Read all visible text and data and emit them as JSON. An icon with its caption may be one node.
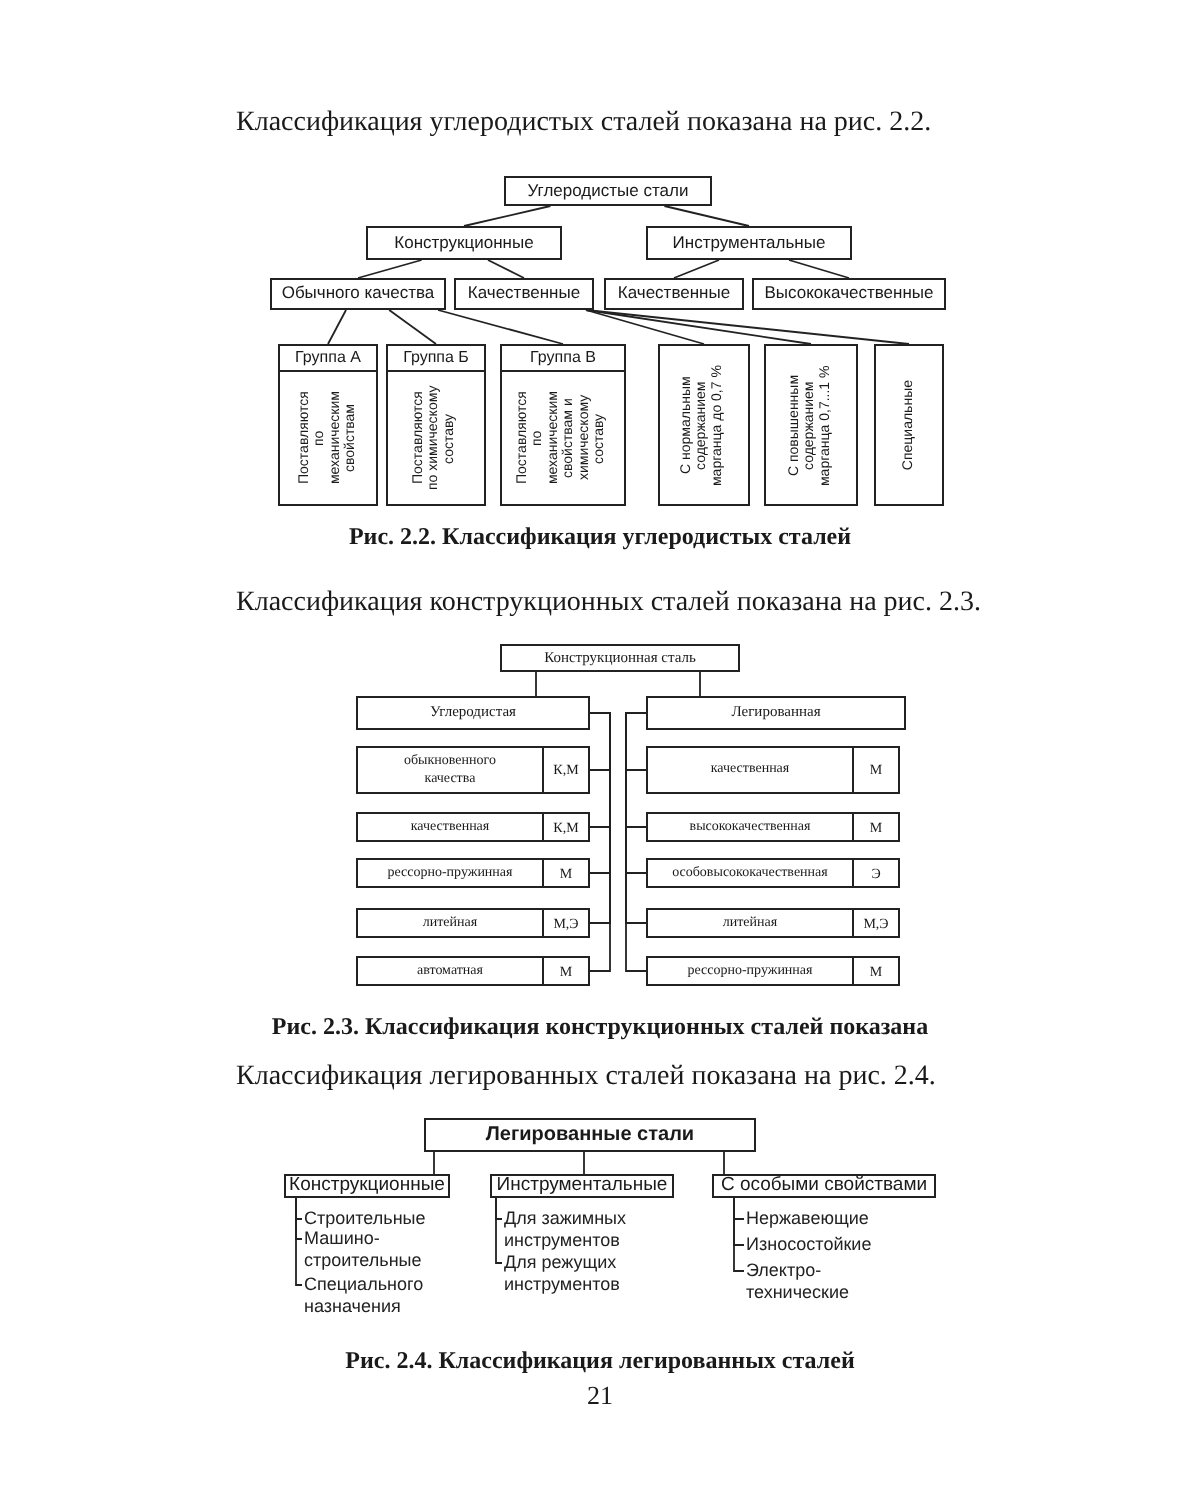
{
  "diagram": {
    "nodes": [
      {
        "text": [
          "Углеродистые стали"
        ]
      },
      {
        "text": [
          "Конструкционные"
        ]
      },
      {
        "text": [
          "Инструментальные"
        ]
      },
      {
        "text": [
          "Обычного качества"
        ]
      },
      {
        "text": [
          "Качественные"
        ]
      },
      {
        "text": [
          "Качественные"
        ]
      },
      {
        "text": [
          "Высококачественные"
        ]
      },
      {
        "text": [
          "Группа А",
          "Поставляются по механическим свойствам"
        ]
      },
      {
        "text": [
          "Группа Б",
          "Поставляются по химическому составу"
        ]
      },
      {
        "text": [
          "Группа В",
          "Поставляются по механическим свойствам и химическому составу"
        ]
      },
      {
        "text": [
          "С нормальным содержанием марганца до 0,7 %"
        ]
      },
      {
        "text": [
          "С повышенным содержанием марганца 0,7...1 %"
        ]
      },
      {
        "text": [
          "Специальные"
        ]
      },
      {
        "text": [
          "Конструкционная сталь"
        ]
      },
      {
        "text": [
          "Углеродистая"
        ]
      },
      {
        "text": [
          "Легированная"
        ]
      },
      {
        "text": [
          "обыкновенного качества",
          "К,М"
        ]
      },
      {
        "text": [
          "качественная",
          "М"
        ]
      },
      {
        "text": [
          "качественная",
          "К,М"
        ]
      },
      {
        "text": [
          "высококачественная",
          "М"
        ]
      },
      {
        "text": [
          "рессорно-пружинная",
          "М"
        ]
      },
      {
        "text": [
          "особовысококачественная",
          "Э"
        ]
      },
      {
        "text": [
          "литейная",
          "М,Э"
        ]
      },
      {
        "text": [
          "литейная",
          "М,Э"
        ]
      },
      {
        "text": [
          "автоматная",
          "М"
        ]
      },
      {
        "text": [
          "рессорно-пружинная",
          "М"
        ]
      },
      {
        "text": [
          "Легированные стали"
        ]
      },
      {
        "text": [
          "Конструкционные"
        ]
      },
      {
        "text": [
          "Инструментальные"
        ]
      },
      {
        "text": [
          "С особыми свойствами"
        ]
      },
      {
        "text": [
          "Строительные"
        ]
      },
      {
        "text": [
          "Машино- строительные"
        ]
      },
      {
        "text": [
          "Специального назначения"
        ]
      },
      {
        "text": [
          "Для зажимных инструментов"
        ]
      },
      {
        "text": [
          "Для режущих инструментов"
        ]
      },
      {
        "text": [
          "Нержавеющие"
        ]
      },
      {
        "text": [
          "Износостойкие"
        ]
      },
      {
        "text": [
          "Электро- технические"
        ]
      }
    ],
    "edges": [
      {
        "from": 0,
        "to": 1,
        "arrow": "none"
      },
      {
        "from": 0,
        "to": 2,
        "arrow": "none"
      },
      {
        "from": 1,
        "to": 3,
        "arrow": "none"
      },
      {
        "from": 1,
        "to": 4,
        "arrow": "none"
      },
      {
        "from": 2,
        "to": 5,
        "arrow": "none"
      },
      {
        "from": 2,
        "to": 6,
        "arrow": "none"
      },
      {
        "from": 3,
        "to": 7,
        "arrow": "none"
      },
      {
        "from": 3,
        "to": 8,
        "arrow": "none"
      },
      {
        "from": 3,
        "to": 9,
        "arrow": "none"
      },
      {
        "from": 4,
        "to": 10,
        "arrow": "none"
      },
      {
        "from": 4,
        "to": 11,
        "arrow": "none"
      },
      {
        "from": 4,
        "to": 12,
        "arrow": "none"
      },
      {
        "from": 13,
        "to": 14,
        "arrow": "none"
      },
      {
        "from": 13,
        "to": 15,
        "arrow": "none"
      },
      {
        "from": 14,
        "to": 16,
        "arrow": "none"
      },
      {
        "from": 14,
        "to": 18,
        "arrow": "none"
      },
      {
        "from": 14,
        "to": 20,
        "arrow": "none"
      },
      {
        "from": 14,
        "to": 22,
        "arrow": "none"
      },
      {
        "from": 14,
        "to": 24,
        "arrow": "none"
      },
      {
        "from": 15,
        "to": 17,
        "arrow": "none"
      },
      {
        "from": 15,
        "to": 19,
        "arrow": "none"
      },
      {
        "from": 15,
        "to": 21,
        "arrow": "none"
      },
      {
        "from": 15,
        "to": 23,
        "arrow": "none"
      },
      {
        "from": 15,
        "to": 25,
        "arrow": "none"
      },
      {
        "from": 26,
        "to": 27,
        "arrow": "none"
      },
      {
        "from": 26,
        "to": 28,
        "arrow": "none"
      },
      {
        "from": 26,
        "to": 29,
        "arrow": "none"
      },
      {
        "from": 27,
        "to": 30,
        "arrow": "none"
      },
      {
        "from": 27,
        "to": 31,
        "arrow": "none"
      },
      {
        "from": 27,
        "to": 32,
        "arrow": "none"
      },
      {
        "from": 28,
        "to": 33,
        "arrow": "none"
      },
      {
        "from": 28,
        "to": 34,
        "arrow": "none"
      },
      {
        "from": 29,
        "to": 35,
        "arrow": "none"
      },
      {
        "from": 29,
        "to": 36,
        "arrow": "none"
      },
      {
        "from": 29,
        "to": 37,
        "arrow": "none"
      }
    ],
    "labels": [
      "Классификация углеродистых сталей показана на рис. 2.2.",
      "Рис. 2.2. Классификация углеродистых сталей",
      "Классификация конструкционных сталей показана на рис. 2.3.",
      "Рис. 2.3. Классификация конструкционных сталей показана",
      "Классификация легированных сталей показана на рис. 2.4.",
      "Рис. 2.4. Классификация легированных сталей",
      "21"
    ]
  }
}
